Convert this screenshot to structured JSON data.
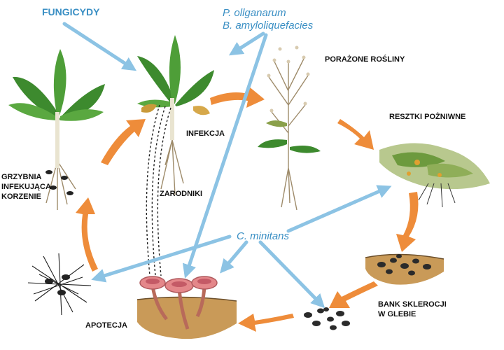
{
  "agents": {
    "fungicides": "FUNGICYDY",
    "p_olig": "P. ollganarum",
    "b_amylo": "B. amyloliquefacies",
    "c_minitans": "C. minitans"
  },
  "stages": {
    "infected_plants": "PORAŻONE ROŚLINY",
    "crop_residue": "RESZTKI POŻNIWNE",
    "infection": "INFEKCJA",
    "spores": "ZARODNIKI",
    "mycelium": [
      "GRZYBNIA",
      "INFEKUJĄCA",
      "KORZENIE"
    ],
    "sclerotia_bank": [
      "BANK SKLEROCJI",
      "W GLEBIE"
    ],
    "apothecia": "APOTECJA"
  },
  "colors": {
    "cycle_arrow": "#ee8c3a",
    "agent_arrow": "#8cc3e4",
    "agent_text": "#3a8fc4",
    "plant": "#3d8a2e",
    "soil": "#c99a58",
    "apothecia": "#e4878a"
  }
}
